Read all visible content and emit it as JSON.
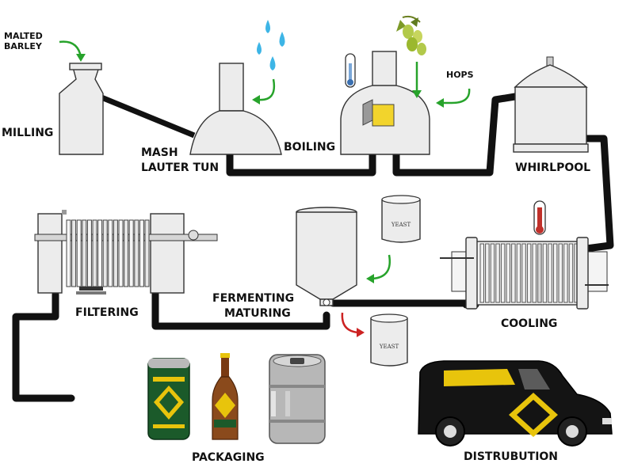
{
  "colors": {
    "pipe": "#111111",
    "vessel": "#ececec",
    "arrow": "#27a32b",
    "yeast_out_arrow": "#cc2222",
    "water": "#3db5e6",
    "hops": "#9bb82e",
    "brand_gold": "#e8c40c",
    "van": "#141414"
  },
  "labels": {
    "malted_barley_line1": "MALTED",
    "malted_barley_line2": "BARLEY",
    "milling": "MILLING",
    "mash_line1": "MASH",
    "mash_line2": "LAUTER TUN",
    "boiling": "BOILING",
    "hops": "HOPS",
    "whirlpool": "WHIRLPOOL",
    "cooling": "COOLING",
    "fermenting": "FERMENTING",
    "maturing": "MATURING",
    "filtering": "FILTERING",
    "packaging": "PACKAGING",
    "distribution": "DISTRUBUTION",
    "yeast_in": "YEAST",
    "yeast_out": "YEAST"
  },
  "icons": {
    "water": "water-drops-icon",
    "hops": "hops-cone-icon",
    "thermometer_cold": "thermometer-icon",
    "thermometer_hot": "thermometer-icon"
  }
}
